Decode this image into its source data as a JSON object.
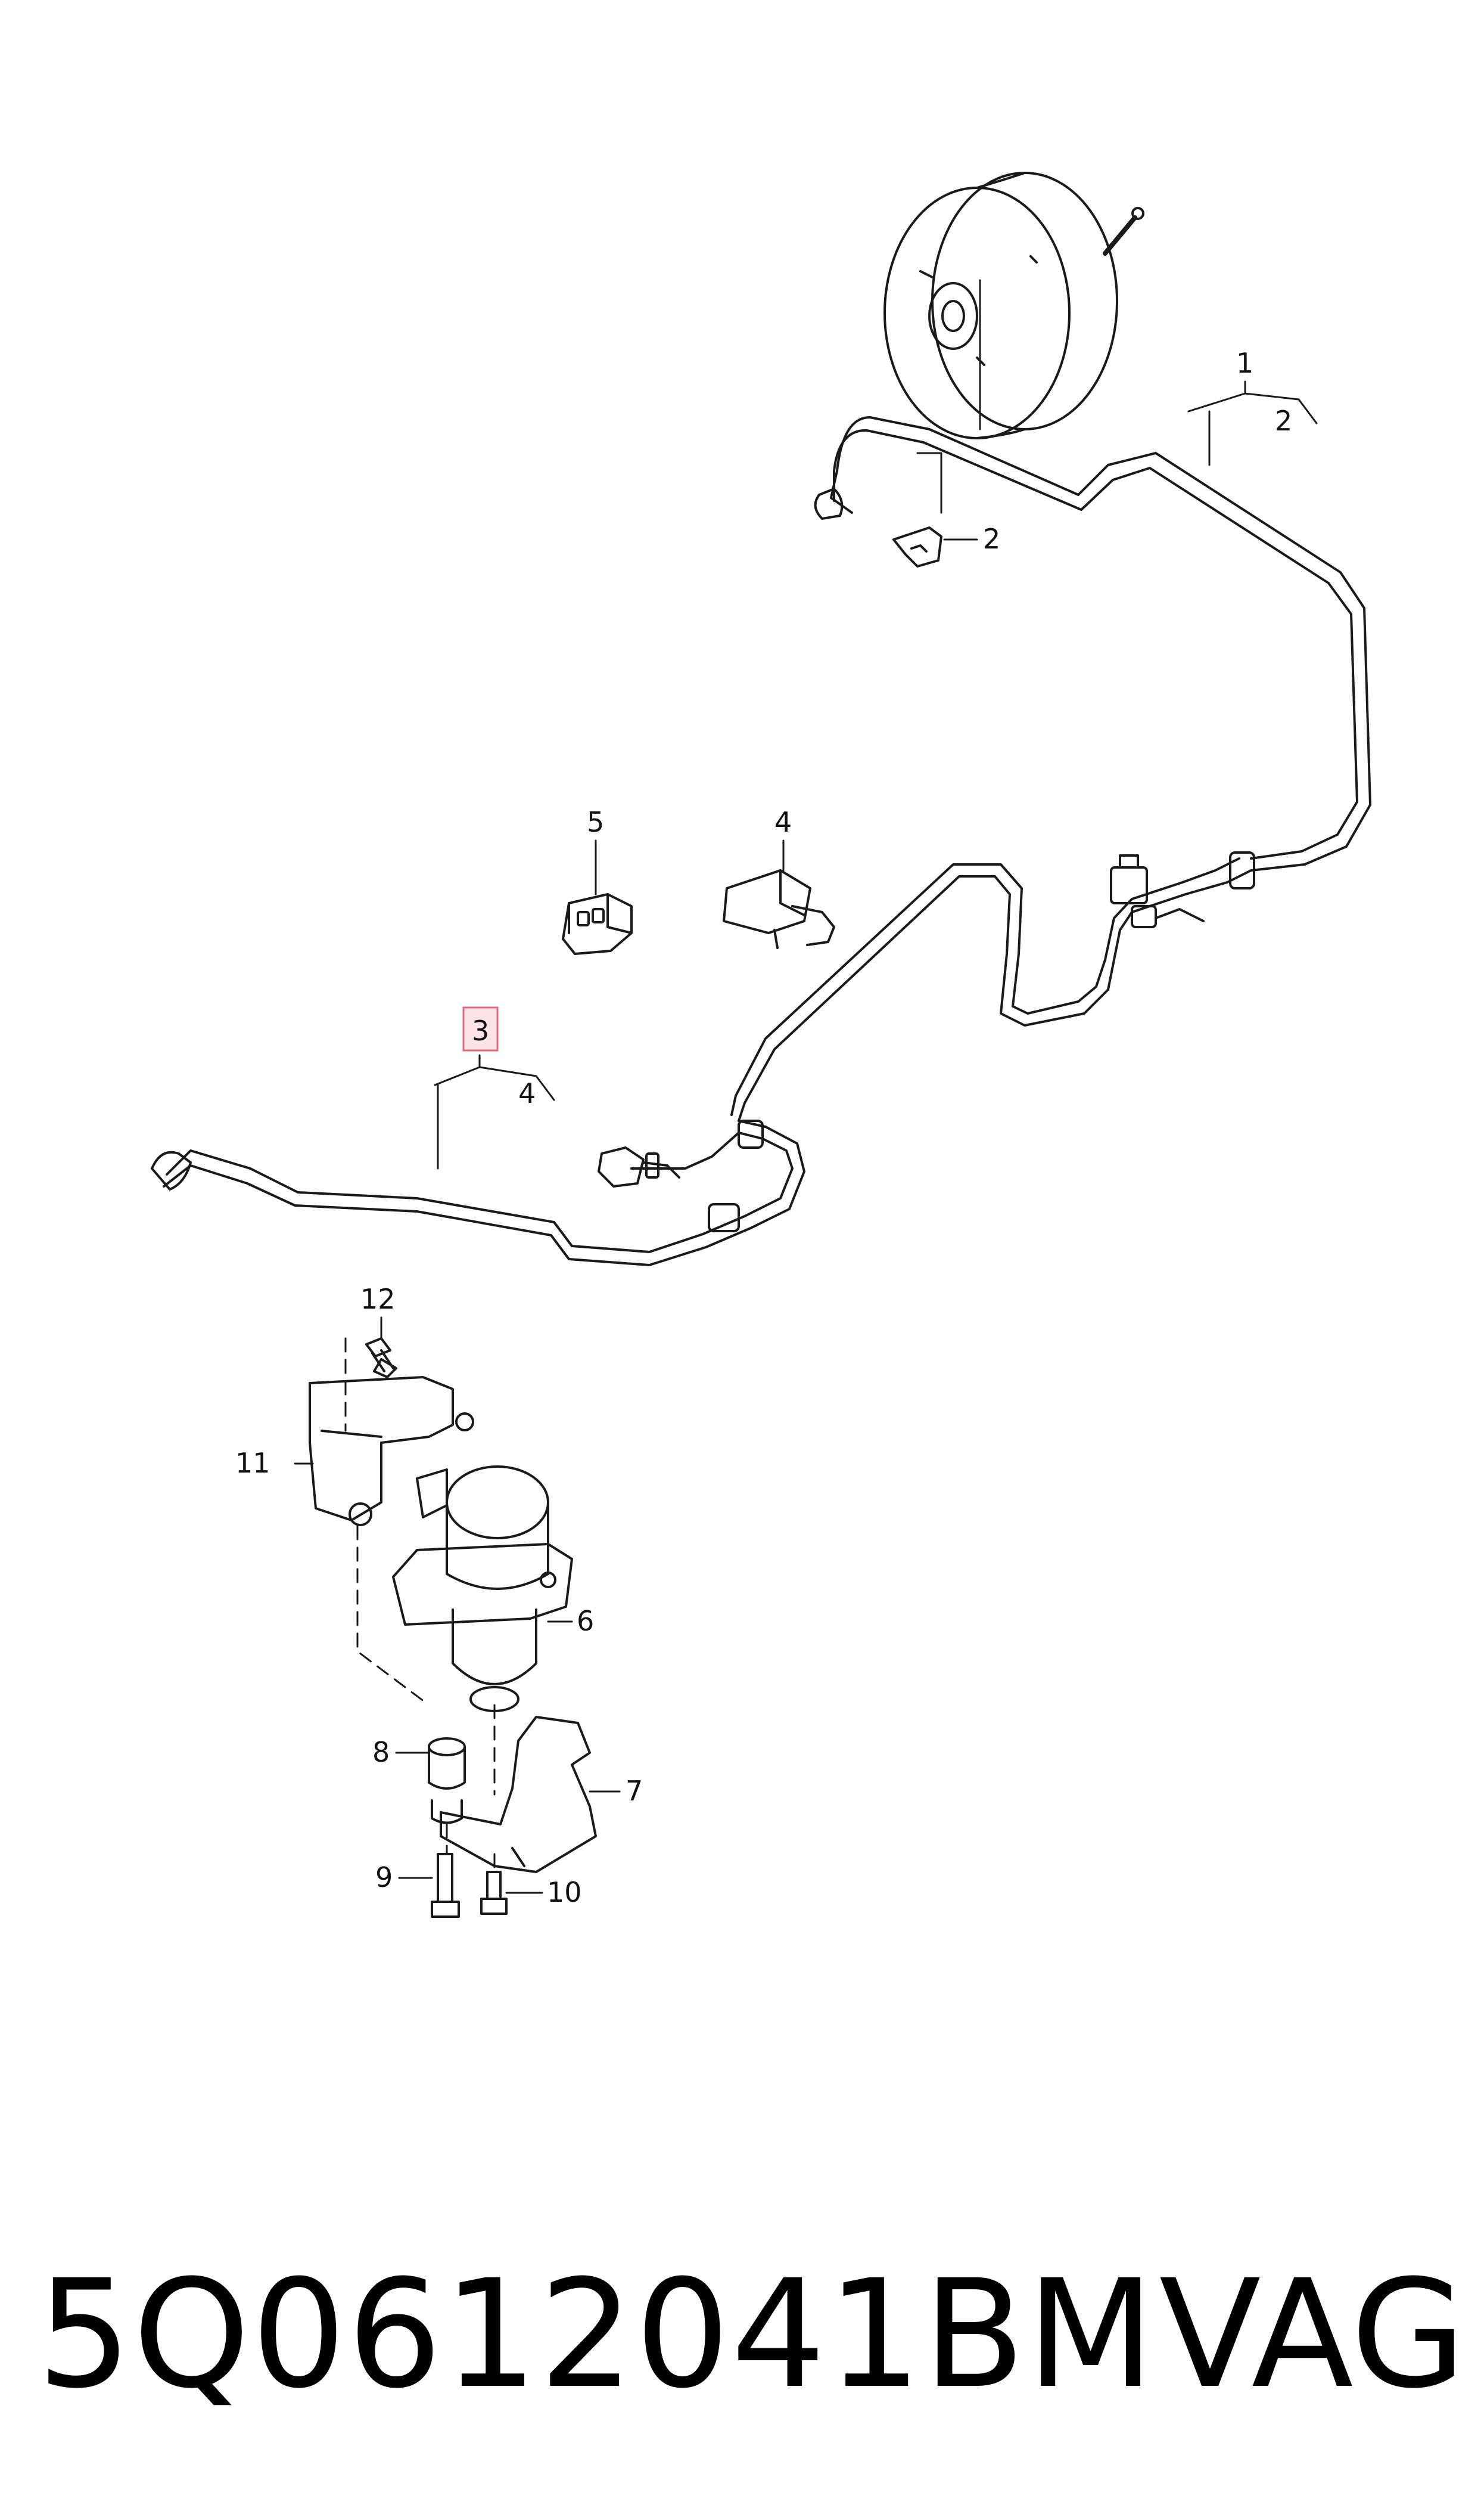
{
  "callouts": {
    "c1": "1",
    "c2a": "2",
    "c2b": "2",
    "c3": "3",
    "c4a": "4",
    "c4b": "4",
    "c5": "5",
    "c6": "6",
    "c7": "7",
    "c8": "8",
    "c9": "9",
    "c10": "10",
    "c11": "11",
    "c12": "12"
  },
  "highlight_callout": "3",
  "highlight_color": "#e06b78",
  "footer": {
    "part_number": "5Q0612041BM",
    "brand": "VAG"
  }
}
